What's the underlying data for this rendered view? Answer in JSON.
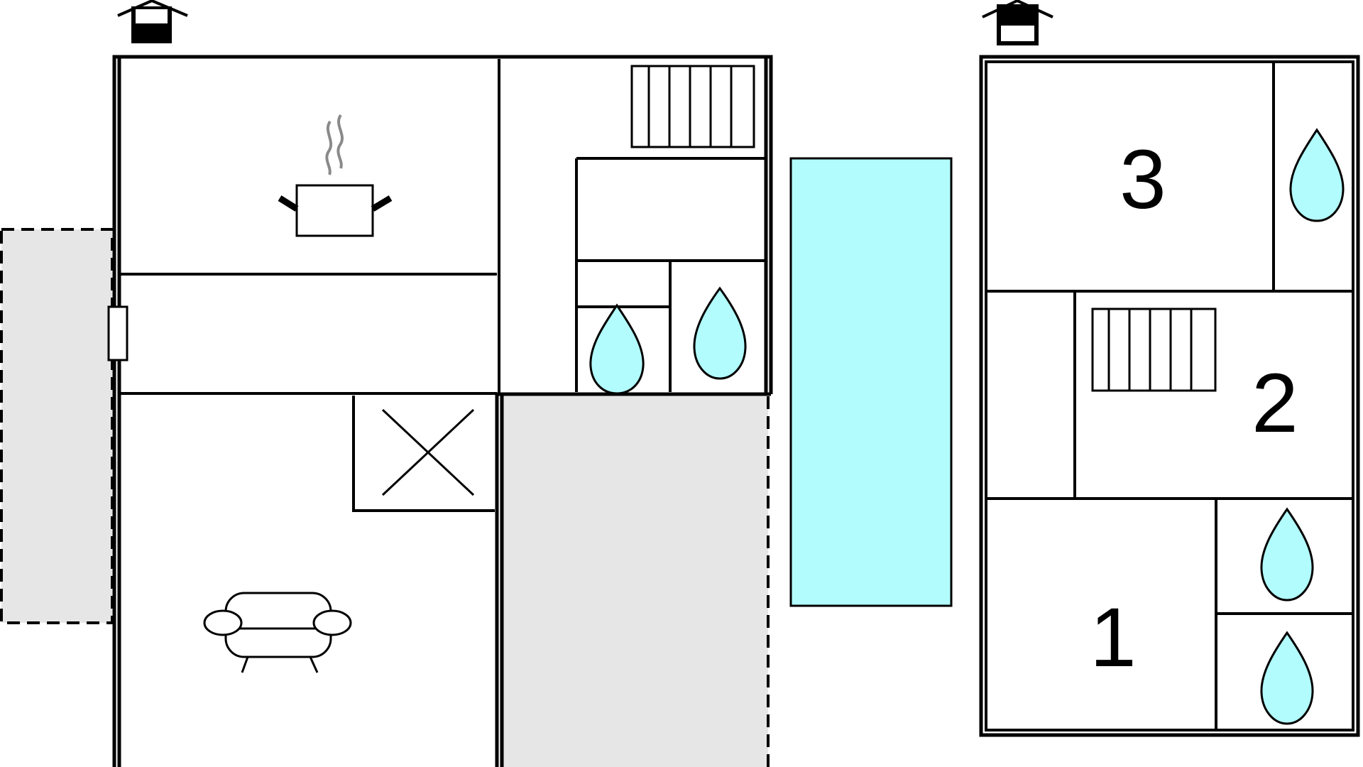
{
  "colors": {
    "water": "#b2fcfd",
    "pool": "#b2fcfd",
    "terrace": "#e6e6e6",
    "wall": "#000000",
    "steam": "#8a8a8a"
  },
  "icons": [
    "house-entrance-icon",
    "floor-entrance-icon",
    "cooking-pot-icon",
    "radiator-icon",
    "water-drop-icon",
    "sofa-icon",
    "stairs-cross-icon",
    "door-icon"
  ],
  "bedrooms": {
    "bedroom_3": "3",
    "bedroom_2": "2",
    "bedroom_1": "1"
  }
}
